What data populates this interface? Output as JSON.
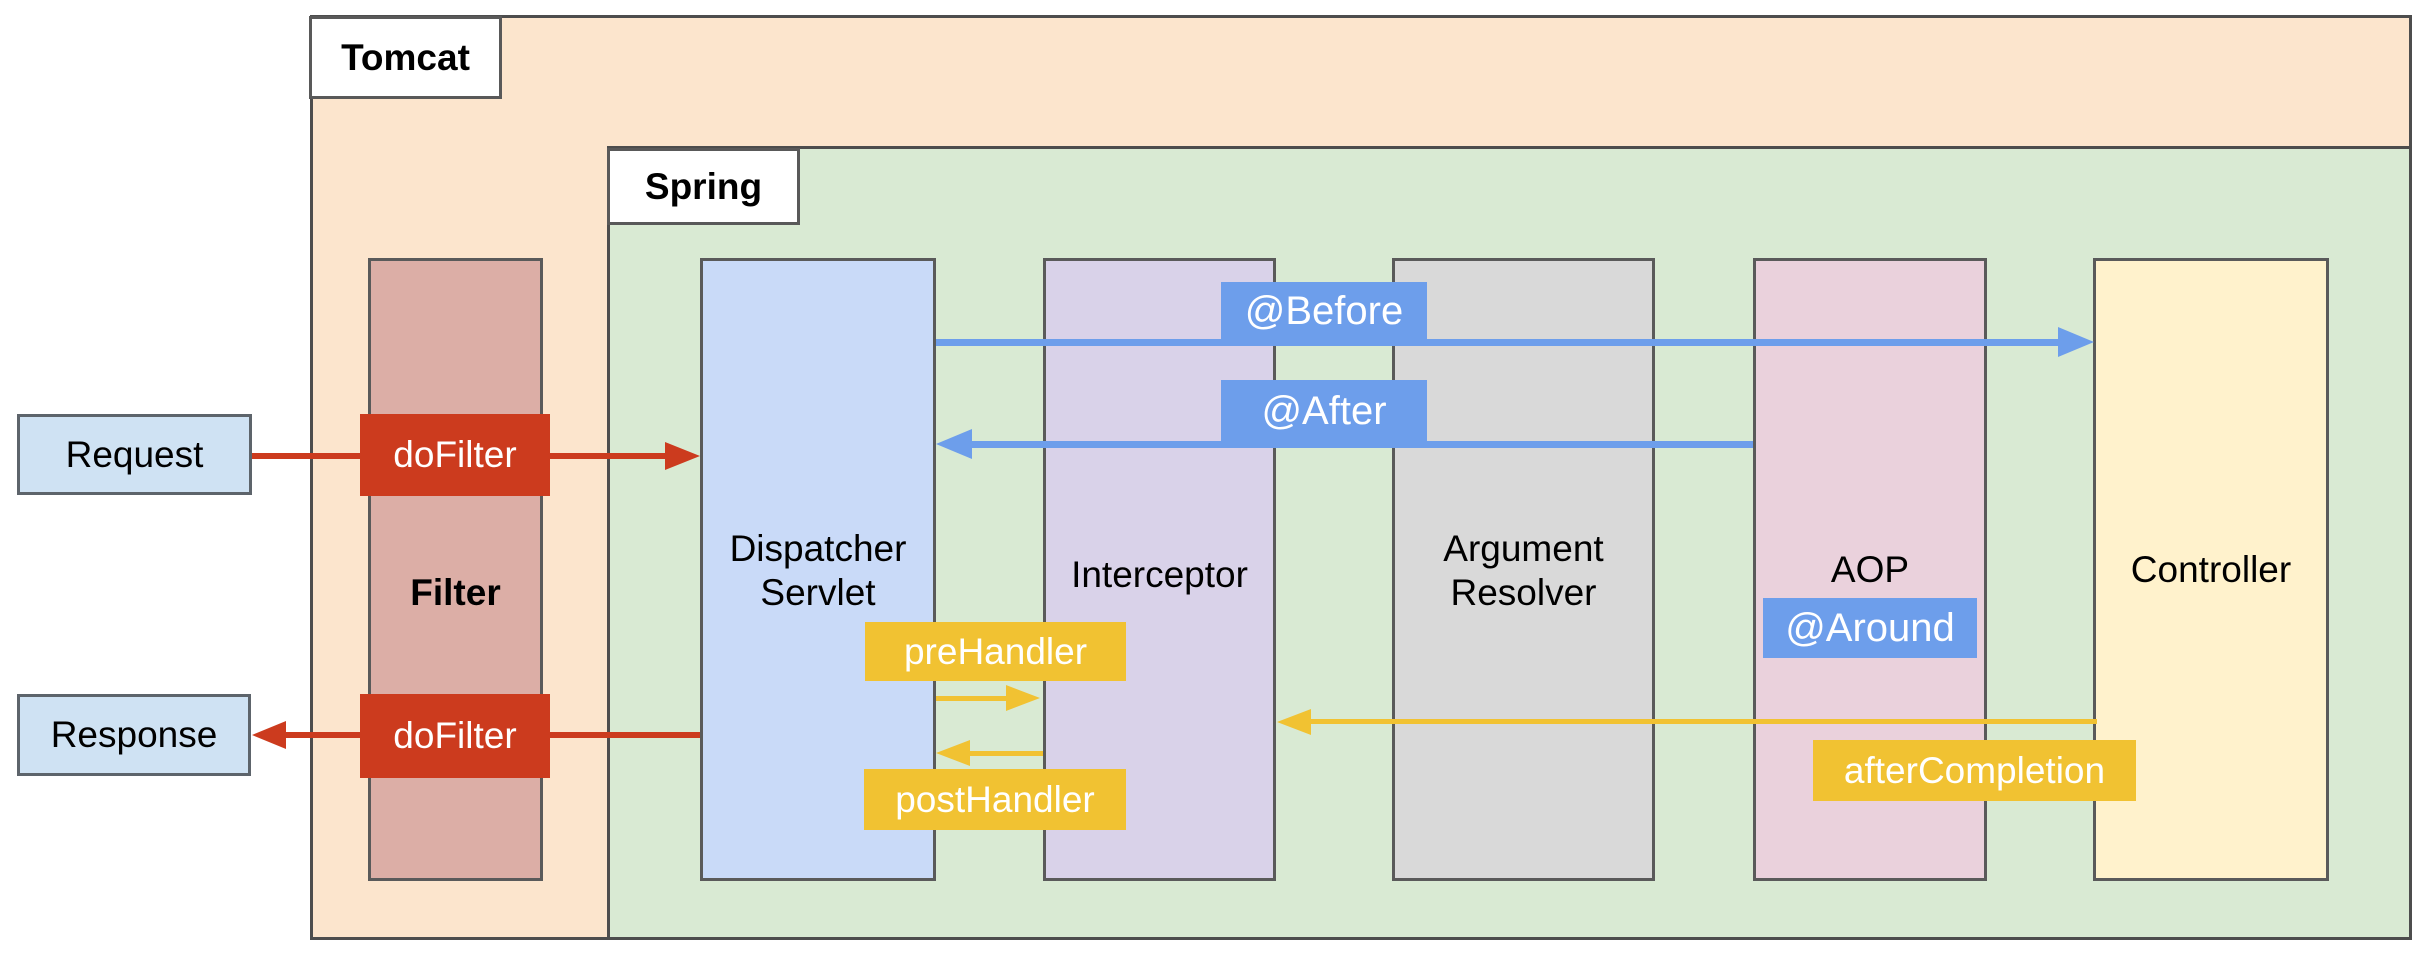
{
  "containers": {
    "tomcat": {
      "label": "Tomcat",
      "fill": "#fce5cd"
    },
    "spring": {
      "label": "Spring",
      "fill": "#d9ead3"
    }
  },
  "endpoints": {
    "request": {
      "label": "Request",
      "fill": "#cfe2f3"
    },
    "response": {
      "label": "Response",
      "fill": "#cfe2f3"
    }
  },
  "columns": [
    {
      "id": "filter",
      "line1": "Filter",
      "fill": "#dcaea6"
    },
    {
      "id": "dispatcher-servlet",
      "line1": "Dispatcher",
      "line2": "Servlet",
      "fill": "#c9daf8"
    },
    {
      "id": "interceptor",
      "line1": "Interceptor",
      "fill": "#d9d2e9"
    },
    {
      "id": "argument-resolver",
      "line1": "Argument",
      "line2": "Resolver",
      "fill": "#d9d9d9"
    },
    {
      "id": "aop",
      "line1": "AOP",
      "fill": "#ead1dc"
    },
    {
      "id": "controller",
      "line1": "Controller",
      "fill": "#fff2cc"
    }
  ],
  "badges": {
    "dofilter_request": "doFilter",
    "dofilter_response": "doFilter",
    "before": "@Before",
    "after": "@After",
    "around": "@Around",
    "prehandler": "preHandler",
    "posthandler": "postHandler",
    "aftercompletion": "afterCompletion"
  },
  "accent_colors": {
    "red_arrow": "#cc3b1e",
    "blue_arrow": "#6d9eeb",
    "yellow_arrow": "#f1c232"
  }
}
